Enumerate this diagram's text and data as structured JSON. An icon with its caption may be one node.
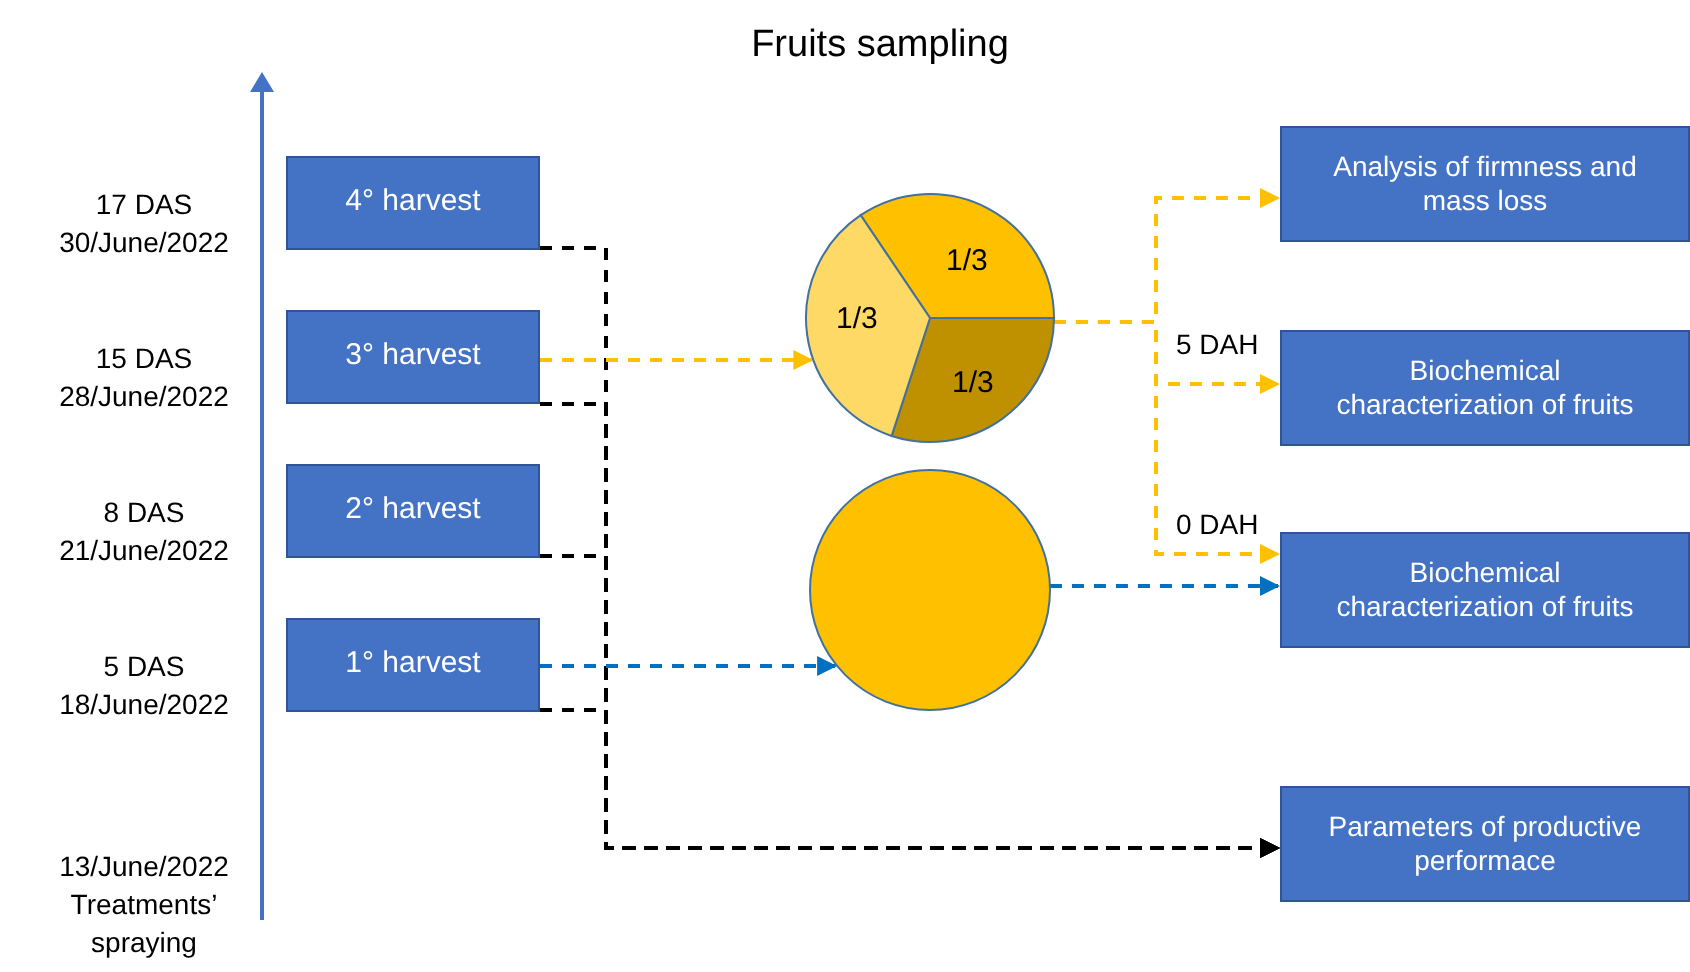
{
  "diagram": {
    "title": "Fruits sampling",
    "nodes": [
      {
        "text": [
          "4° harvest"
        ]
      },
      {
        "text": [
          "3° harvest"
        ]
      },
      {
        "text": [
          "2° harvest"
        ]
      },
      {
        "text": [
          "1° harvest"
        ]
      },
      {
        "text": [],
        "shape": "circle"
      },
      {
        "text": [],
        "shape": "circle"
      },
      {
        "text": [
          "Analysis of firmness and mass loss"
        ]
      },
      {
        "text": [
          "Biochemical characterization of fruits"
        ]
      },
      {
        "text": [
          "Biochemical characterization of fruits"
        ]
      },
      {
        "text": [
          "Parameters of productive performace"
        ]
      }
    ],
    "edges": [
      {
        "from": 0,
        "to": 9,
        "arrow": "to",
        "style": "dashed"
      },
      {
        "from": 1,
        "to": 9,
        "arrow": "to",
        "style": "dashed"
      },
      {
        "from": 2,
        "to": 9,
        "arrow": "to",
        "style": "dashed"
      },
      {
        "from": 3,
        "to": 9,
        "arrow": "to",
        "style": "dashed"
      },
      {
        "from": 1,
        "to": 4,
        "arrow": "to",
        "style": "dashed",
        "color": "#ffc000"
      },
      {
        "from": 4,
        "to": 6,
        "arrow": "to",
        "style": "dashed",
        "color": "#ffc000"
      },
      {
        "from": 4,
        "to": 7,
        "arrow": "to",
        "style": "dashed",
        "color": "#ffc000",
        "label": "5 DAH"
      },
      {
        "from": 4,
        "to": 8,
        "arrow": "to",
        "style": "dashed",
        "color": "#ffc000",
        "label": "0 DAH"
      },
      {
        "from": 3,
        "to": 5,
        "arrow": "to",
        "style": "dashed",
        "color": "#0070c0"
      },
      {
        "from": 5,
        "to": 8,
        "arrow": "to",
        "style": "dashed",
        "color": "#0070c0"
      }
    ],
    "labels": [
      "17 DAS 30/June/2022",
      "15 DAS 28/June/2022",
      "8 DAS 21/June/2022",
      "5 DAS 18/June/2022",
      "13/June/2022 Treatments’ spraying",
      "1/3",
      "1/3",
      "1/3"
    ]
  }
}
